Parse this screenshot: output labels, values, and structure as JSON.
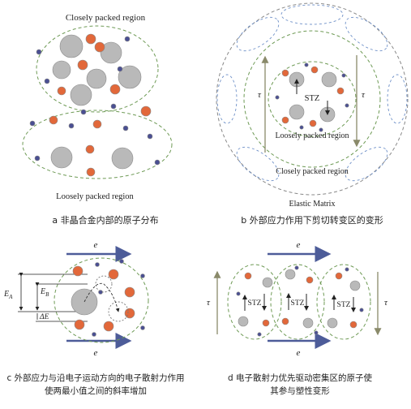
{
  "panel_a": {
    "label_top": "Closely packed region",
    "label_bottom": "Loosely packed region",
    "caption": "a  非晶合金内部的原子分布"
  },
  "panel_b": {
    "stz": "STZ",
    "loose": "Loosely packed region",
    "close": "Closely packed region",
    "matrix": "Elastic Matrix",
    "tau_left": "τ",
    "tau_right": "τ",
    "caption": "b  外部应力作用下剪切转变区的变形"
  },
  "panel_c": {
    "e_top": "e",
    "e_bottom": "e",
    "ea": "E",
    "ea_sub": "A",
    "eb": "E",
    "eb_sub": "B",
    "de": "ΔE",
    "caption_line1": "c  外部应力与沿电子运动方向的电子散射力作用",
    "caption_line2": "使两最小值之间的斜率增加"
  },
  "panel_d": {
    "e_top": "e",
    "e_bottom": "e",
    "tau_left": "τ",
    "tau_right": "τ",
    "stz1": "STZ",
    "stz2": "STZ",
    "stz3": "STZ",
    "caption_line1": "d  电子散射力优先驱动密集区的原子使",
    "caption_line2": "其参与塑性变形"
  },
  "colors": {
    "gray_atom": "#b9b9b9",
    "orange_atom": "#e2683a",
    "blue_atom": "#4a4f92",
    "dash_green": "#6e9a55",
    "dash_blue": "#6e90c8",
    "arrow_navy": "#4d5c99",
    "tau_arrow": "#8a8a6a"
  }
}
